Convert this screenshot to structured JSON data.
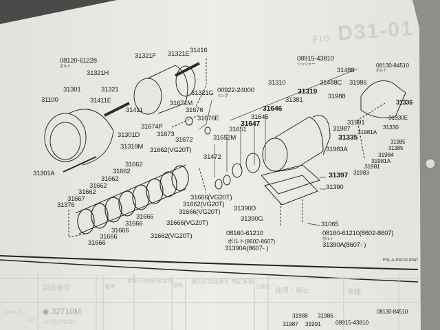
{
  "figure": {
    "title": "D31-01",
    "fig_prefix": "FIG",
    "code": "F31-A-D3102-0047"
  },
  "labels": {
    "l08120": "08120-61228",
    "bolt1": "ボルト",
    "l31321F": "31321F",
    "l31321E": "31321E",
    "l31416": "31416",
    "l31321H": "31321H",
    "l31301": "31301",
    "l31321": "31321",
    "l31321G": "31321G",
    "l31100": "31100",
    "l31411E": "31411E",
    "l31411": "31411",
    "l31671M": "31671M",
    "l31676": "31676",
    "l31676E": "31676E",
    "l31674P": "31674P",
    "l31301D": "31301D",
    "l31673": "31673",
    "l31672": "31672",
    "l31319M": "31319M",
    "l31662vg": "31662(VG20T)",
    "l31301A": "31301A",
    "l00922": "00922-24000",
    "ring": "リング",
    "l31310": "31310",
    "l31319": "31319",
    "l31381": "31381",
    "l31646": "31646",
    "l31645": "31645",
    "l31647": "31647",
    "l31651": "31651",
    "l31652M": "31652M",
    "l31472": "31472",
    "l08915": "08915-43810",
    "washer": "ワッシャー",
    "l31488": "31488",
    "l31488C": "31488C",
    "l31986": "31986",
    "l08130": "08130-84510",
    "bolt2": "ボルト",
    "l31988": "31988",
    "l31336": "31336",
    "l31330E": "31330E",
    "l31330": "31330",
    "l31991": "31991",
    "l31987": "31987",
    "l31981A": "31981A",
    "l31335": "31335",
    "l31985a": "31985",
    "l31985b": "31985",
    "l31984": "31984",
    "l31983A": "31983A",
    "l31981A2": "31981A",
    "l31981": "31981",
    "l31983": "31983",
    "l31397": "31397",
    "l31390": "31390",
    "l31390D": "31390D",
    "l31390G": "31390G",
    "l31065": "31065",
    "l08160a": "08160-61210",
    "bolt3": "ボルト(8602-8607)",
    "l31390Aa": "31390A(8607-     )",
    "l08160b": "08160-61210(8602-8607)",
    "bolt4": "ボルト",
    "l31390Ab": "31390A(8607-     )",
    "p1": "31662",
    "p2": "31662",
    "p3": "31662",
    "p4": "31662",
    "p5": "31662",
    "p6": "31662",
    "l31667": "31667",
    "l31376": "31376",
    "q1": "31666",
    "q2": "31666",
    "q3": "31666",
    "q4": "31666",
    "q5": "31666",
    "v1": "31666(VG20T)",
    "v2": "31662(VG20T)",
    "v3": "31666(VG20T)",
    "v4": "31662(VG20T)",
    "v5": "31666(VG20T)"
  },
  "table": {
    "headers": [
      "部品番号",
      "備考",
      "希望小売価格(税抜き)",
      "個数",
      "後対応部品番号 特記事項",
      "互換性",
      "採用・廃止",
      "車種"
    ],
    "row_part": "◆ 32710M",
    "row_part_sub": "32710-P9000",
    "row_name": "シール",
    "row_note": "AT"
  },
  "bottom_labels": {
    "a": "31988",
    "b": "31986",
    "c": "31987",
    "d": "31991",
    "e": "08915-43810",
    "f": "08130-84510"
  }
}
